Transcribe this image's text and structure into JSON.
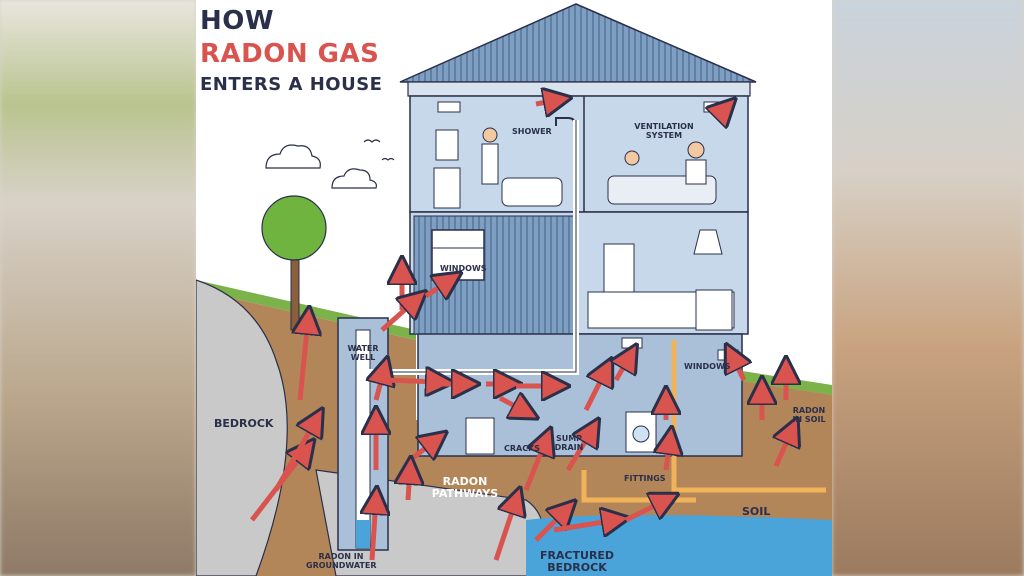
{
  "title": {
    "line1": "HOW",
    "line2": "RADON GAS",
    "line3": "ENTERS A HOUSE"
  },
  "labels": {
    "shower": "SHOWER",
    "ventilation": "VENTILATION SYSTEM",
    "windows_upper": "WINDOWS",
    "windows_basement": "WINDOWS",
    "water_well": "WATER WELL",
    "bedrock": "BEDROCK",
    "cracks": "CRACKS",
    "sump_drain": "SUMP DRAIN",
    "radon_in_soil": "RADON IN SOIL",
    "radon_pathways": "RADON PATHWAYS",
    "fittings": "FITTINGS",
    "soil": "SOIL",
    "radon_in_groundwater": "RADON IN GROUNDWATER",
    "fractured_bedrock": "FRACTURED BEDROCK"
  },
  "colors": {
    "title_dark": "#2a2f4a",
    "title_accent": "#d9534f",
    "arrow": "#d9534f",
    "house_wall": "#a9c0d8",
    "roof": "#6f8fb0",
    "soil": "#b3865a",
    "bedrock": "#c9c9c9",
    "groundwater": "#4aa3d9",
    "grass": "#7bb24a"
  }
}
